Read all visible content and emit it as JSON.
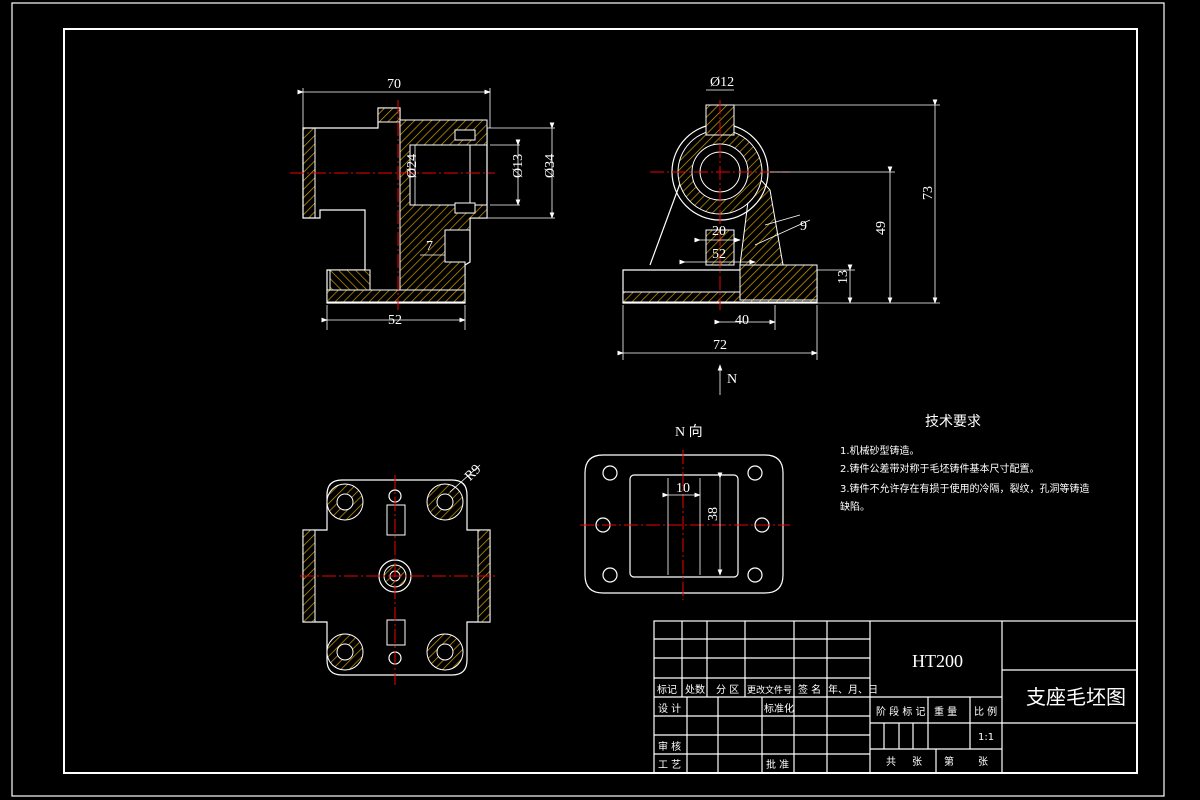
{
  "dimensions": {
    "front": {
      "width_top": "70",
      "width_bottom": "52",
      "bore_outer": "Ø24",
      "bore_inner": "Ø13",
      "boss_dia": "Ø34",
      "rib": "7"
    },
    "side": {
      "pin_dia": "Ø12",
      "height_total": "73",
      "height_axis": "49",
      "base_thk": "13",
      "rib_w": "20",
      "base_inner": "52",
      "slot_w": "40",
      "base_w": "72",
      "chamfer": "9",
      "view_arrow": "N"
    },
    "top": {
      "radius": "R9"
    },
    "bottom": {
      "label": "N 向",
      "slot_w": "10",
      "slot_h": "38"
    }
  },
  "notes": {
    "title": "技术要求",
    "items": [
      "1.机械砂型铸造。",
      "2.铸件公差带对称于毛坯铸件基本尺寸配置。",
      "3.铸件不允许存在有损于使用的冷隔，裂纹，孔洞等铸造",
      "缺陷。"
    ]
  },
  "title_block": {
    "material": "HT200",
    "part_name": "支座毛坯图",
    "row_labels": [
      "标记",
      "处数",
      "分 区",
      "更改文件号",
      "签 名",
      "年、月、日"
    ],
    "design": "设 计",
    "standard": "标准化",
    "review": "审 核",
    "process": "工 艺",
    "approve": "批 准",
    "stage_mark": "阶 段 标 记",
    "weight": "重 量",
    "scale_label": "比 例",
    "scale_value": "1:1",
    "sheets_total": "共",
    "sheet_unit1": "张",
    "sheet_no": "第",
    "sheet_unit2": "张"
  }
}
